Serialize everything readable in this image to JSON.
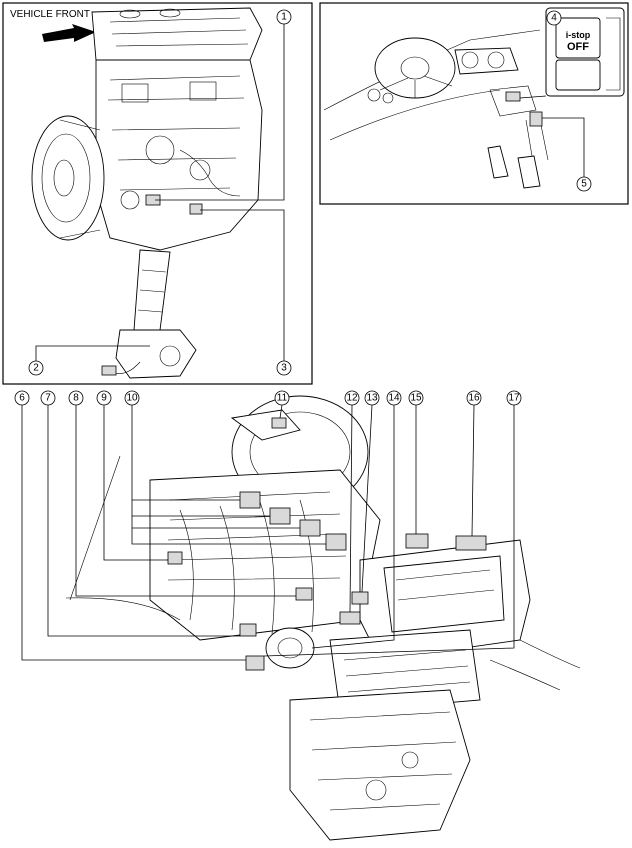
{
  "vehicle_front_label": "VEHICLE FRONT",
  "switch_label_line1": "i-stop",
  "switch_label_line2": "OFF",
  "callouts": {
    "c1": "1",
    "c2": "2",
    "c3": "3",
    "c4": "4",
    "c5": "5",
    "c6": "6",
    "c7": "7",
    "c8": "8",
    "c9": "9",
    "c10": "10",
    "c11": "11",
    "c12": "12",
    "c13": "13",
    "c14": "14",
    "c15": "15",
    "c16": "16",
    "c17": "17"
  }
}
